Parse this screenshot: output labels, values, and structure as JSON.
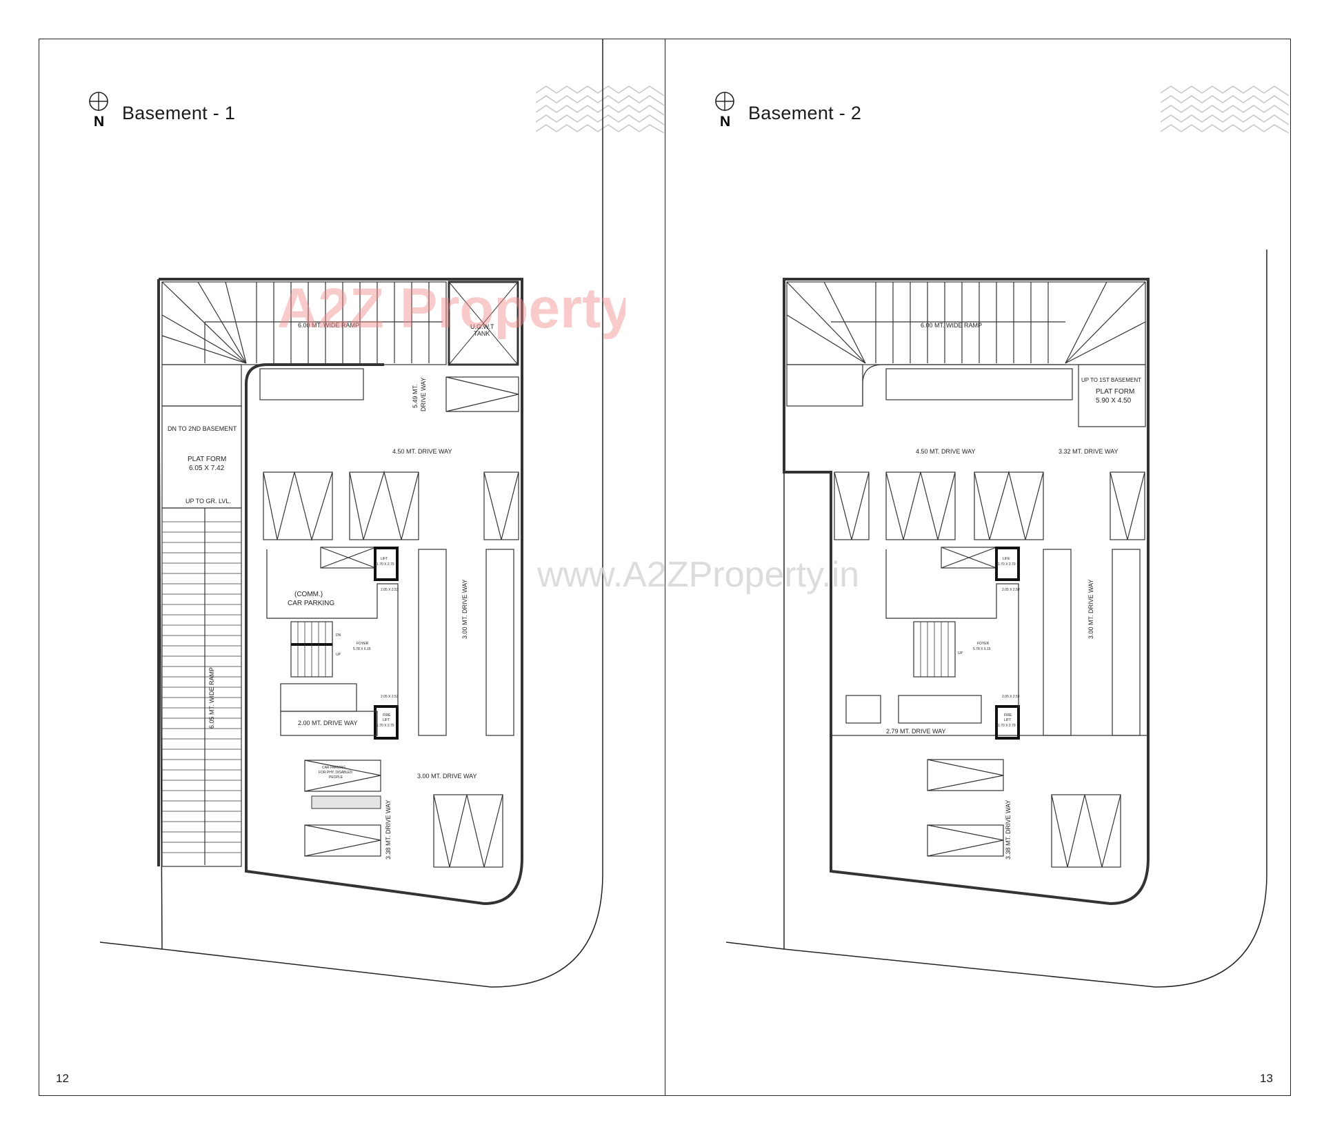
{
  "pages": [
    {
      "title": "Basement - 1",
      "north_label": "N",
      "page_number": "12",
      "labels": {
        "ramp_top": "6.00 MT. WIDE RAMP",
        "ugwt_1": "U.G.W.T",
        "ugwt_2": "TANK",
        "driveway_549_1": "5.49 MT.",
        "driveway_549_2": "DRIVE WAY",
        "dn_basement": "DN TO 2ND BASEMENT",
        "platform_1": "PLAT FORM",
        "platform_2": "6.05 X 7.42",
        "driveway_450": "4.50 MT. DRIVE WAY",
        "up_gr": "UP TO GR. LVL.",
        "ramp_side": "6.05 MT. WIDE RAMP",
        "comm_1": "(COMM.)",
        "comm_2": "CAR PARKING",
        "lift_1": "LIFT",
        "lift_2": "1.70 X 2.70",
        "lobby_top": "2.05 X 2.53",
        "foyer_1": "FOYER",
        "foyer_2": "5.78 X 6.15",
        "dn": "DN",
        "up": "UP",
        "lobby_bottom": "2.05 X 2.53",
        "fire_lift_1": "FIRE",
        "fire_lift_2": "LIFT",
        "fire_lift_3": "1.70 X 2.70",
        "driveway_300_v": "3.00 MT. DRIVE WAY",
        "driveway_200": "2.00 MT. DRIVE WAY",
        "disabled_1": "CAR PARKING",
        "disabled_2": "FOR PHY. DISABLED",
        "disabled_3": "PEOPLE",
        "driveway_300_h": "3.00 MT. DRIVE WAY",
        "driveway_338": "3.38 MT. DRIVE WAY"
      }
    },
    {
      "title": "Basement - 2",
      "north_label": "N",
      "page_number": "13",
      "labels": {
        "ramp_top": "6.00 MT. WIDE RAMP",
        "up_basement": "UP TO 1ST BASEMENT",
        "platform_1": "PLAT FORM",
        "platform_2": "5.90 X 4.50",
        "driveway_450": "4.50 MT. DRIVE WAY",
        "driveway_332": "3.32 MT. DRIVE WAY",
        "lift_1": "LIFE",
        "lift_2": "1.70 X 2.70",
        "lobby_top": "2.05 X 2.50",
        "foyer_1": "FOYER",
        "foyer_2": "5.78 X 6.15",
        "up": "UP",
        "lobby_bottom": "2.05 X 2.53",
        "fire_lift_1": "FIRE",
        "fire_lift_2": "LIFT",
        "fire_lift_3": "1.70 X 2.70",
        "driveway_300_v": "3.00 MT. DRIVE WAY",
        "driveway_279": "2.79 MT. DRIVE WAY",
        "driveway_338": "3.38 MT. DRIVE WAY"
      }
    }
  ],
  "watermarks": {
    "logo": "A2Z Property",
    "url": "www.A2ZProperty.in"
  },
  "colors": {
    "ink": "#222222",
    "wall": "#333333",
    "watermark_red": "#f08a8a",
    "watermark_blue": "#8fb5e8",
    "watermark_yellow": "#f2d27a",
    "watermark_green": "#9fd39a",
    "watermark_gray": "#d6d6d6"
  }
}
